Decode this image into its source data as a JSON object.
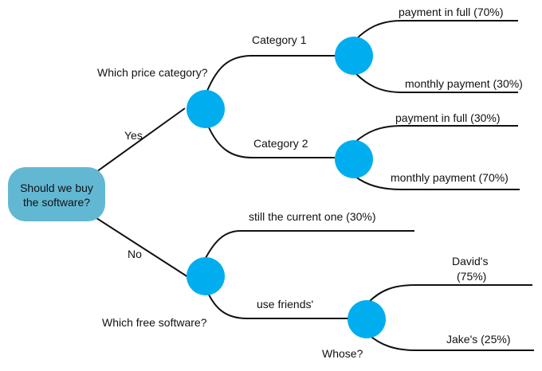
{
  "root": {
    "line1": "Should we buy",
    "line2": "the software?"
  },
  "yes": {
    "edge_label": "Yes",
    "question": "Which price category?",
    "category1": {
      "label": "Category 1",
      "option_a": "payment in full (70%)",
      "option_b": "monthly payment (30%)"
    },
    "category2": {
      "label": "Category 2",
      "option_a": "payment in full (30%)",
      "option_b": "monthly payment (70%)"
    }
  },
  "no": {
    "edge_label": "No",
    "question": "Which free software?",
    "current": "still the current one (30%)",
    "friends": {
      "label": "use friends'",
      "question": "Whose?",
      "david_line1": "David's",
      "david_line2": "(75%)",
      "jake": "Jake's (25%)"
    }
  },
  "colors": {
    "root_fill": "#62b8d3",
    "node_fill": "#00aeef",
    "line": "#111111"
  }
}
